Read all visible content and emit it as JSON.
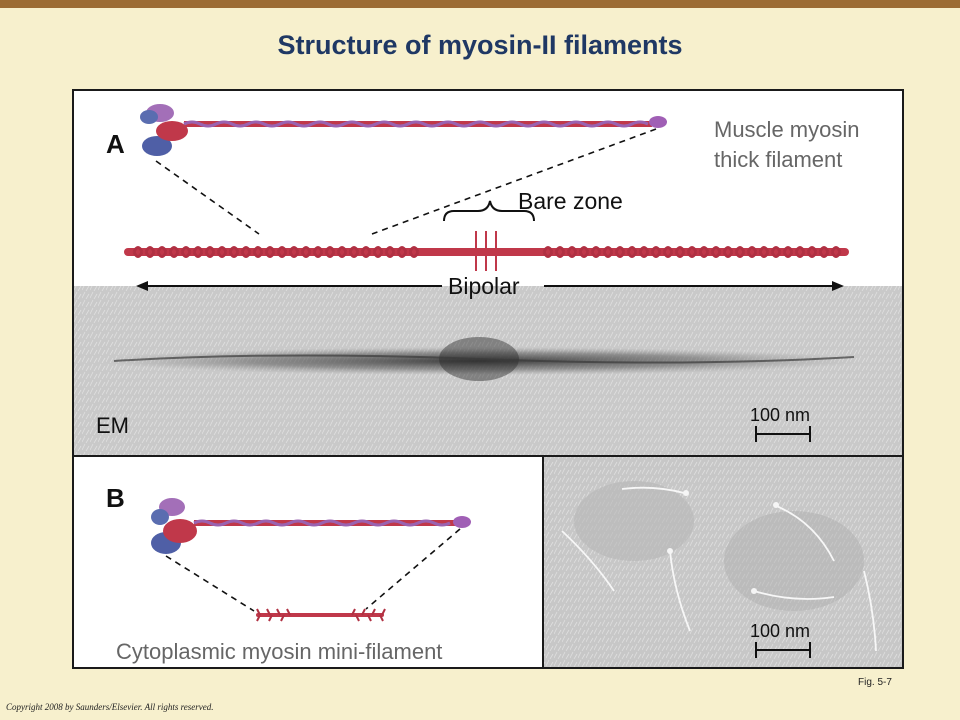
{
  "slide": {
    "title": "Structure of myosin-II filaments",
    "figure_number": "Fig. 5-7",
    "copyright": "Copyright 2008 by Saunders/Elsevier. All rights reserved."
  },
  "panel_a": {
    "label": "A",
    "caption_line1": "Muscle myosin",
    "caption_line2": "thick filament",
    "bare_zone_label": "Bare zone",
    "bipolar_label": "Bipolar",
    "em_label": "EM",
    "scale_bar_label": "100 nm"
  },
  "panel_b": {
    "label": "B",
    "caption": "Cytoplasmic myosin mini-filament",
    "scale_bar_label": "100 nm"
  },
  "colors": {
    "title": "#1f3864",
    "rod_red": "#c0384a",
    "rod_purple": "#9a62b0",
    "head_blue": "#5466a8",
    "em_gray": "#c9c9c9",
    "caption_gray": "#666666"
  }
}
